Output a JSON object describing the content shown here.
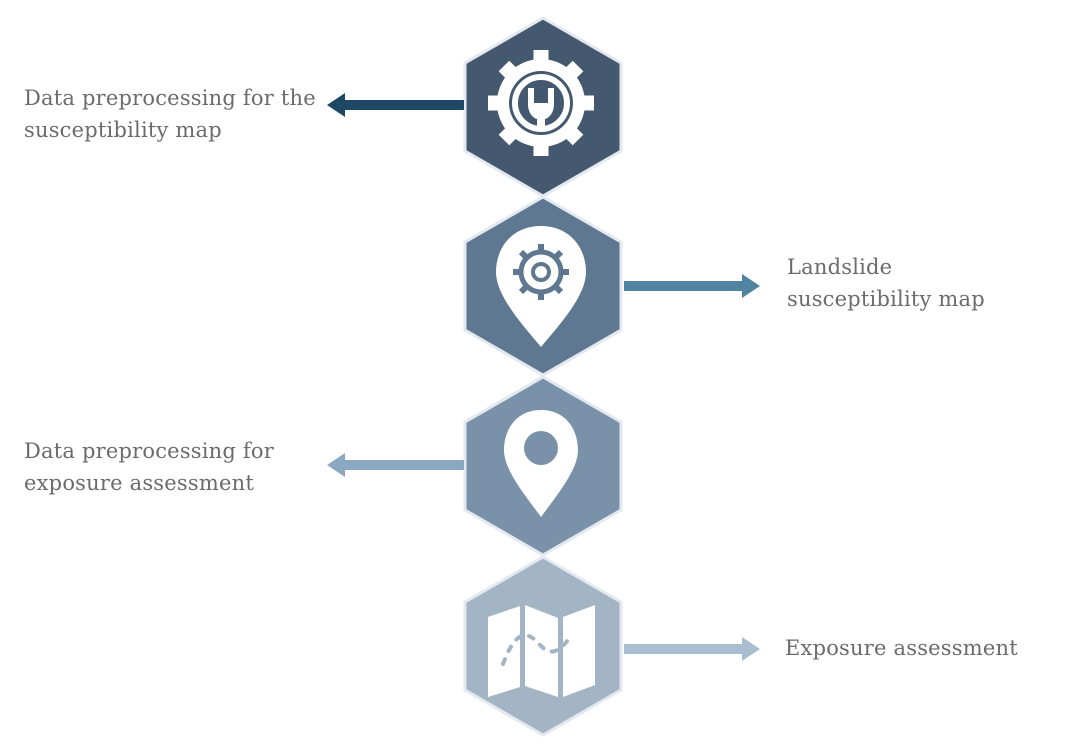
{
  "steps": [
    {
      "id": "step-1",
      "label_lines": [
        "Data preprocessing for the",
        "susceptibility map"
      ],
      "icon": "wrench-gear-icon",
      "hex_color": "#44596f",
      "arrow_color": "#1e4766",
      "arrow_direction": "left"
    },
    {
      "id": "step-2",
      "label_lines": [
        "Landslide",
        "susceptibility map"
      ],
      "icon": "gear-pin-icon",
      "hex_color": "#5f7891",
      "arrow_color": "#5183a3",
      "arrow_direction": "right"
    },
    {
      "id": "step-3",
      "label_lines": [
        "Data preprocessing for",
        "exposure assessment"
      ],
      "icon": "location-pin-icon",
      "hex_color": "#7a92a9",
      "arrow_color": "#8aa8c2",
      "arrow_direction": "left"
    },
    {
      "id": "step-4",
      "label_lines": [
        "Exposure assessment"
      ],
      "icon": "map-icon",
      "hex_color": "#a3b4c5",
      "arrow_color": "#a9bfd1",
      "arrow_direction": "right"
    }
  ]
}
